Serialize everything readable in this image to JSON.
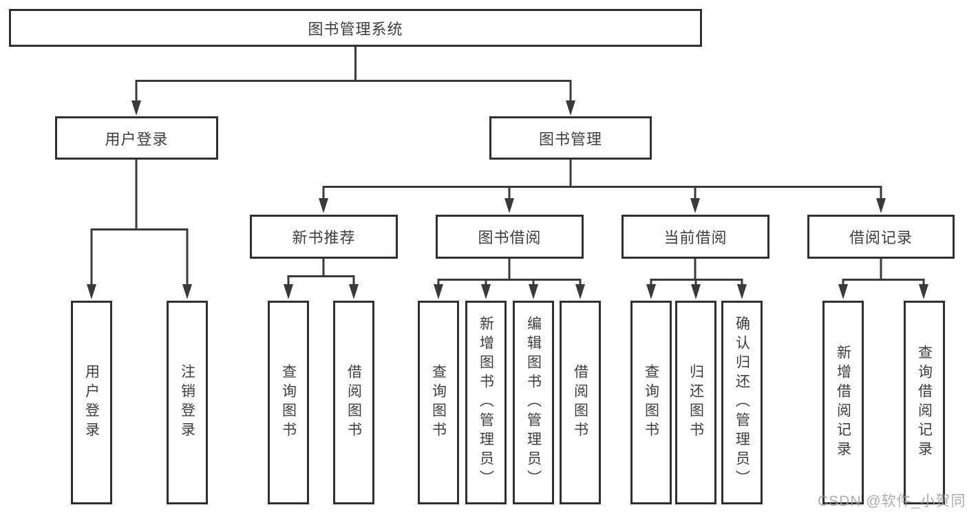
{
  "nodes": {
    "root": "图书管理系统",
    "user_login": "用户登录",
    "book_management": "图书管理",
    "new_book_recommend": "新书推荐",
    "book_borrowing": "图书借阅",
    "current_borrowing": "当前借阅",
    "borrowing_records": "借阅记录",
    "leaf_user_login": "用户登录",
    "leaf_logout_login": "注销登录",
    "leaf_nb_search_books": "查询图书",
    "leaf_nb_borrow_books": "借阅图书",
    "leaf_bb_search_books": "查询图书",
    "leaf_bb_add_books": "新增图书（管理员）",
    "leaf_bb_edit_books": "编辑图书（管理员）",
    "leaf_bb_borrow_books": "借阅图书",
    "leaf_cb_search_books": "查询图书",
    "leaf_cb_return_books": "归还图书",
    "leaf_cb_confirm_return": "确认归还（管理员）",
    "leaf_br_add_record": "新增借阅记录",
    "leaf_br_search_record": "查询借阅记录"
  },
  "colors": {
    "line": "#3a3a3a",
    "border": "#2f2f2f",
    "text": "#3e3e3e",
    "watermark": "#9e9e9e",
    "background": "#ffffff"
  },
  "watermark": "CSDN @软件_小贺同学"
}
